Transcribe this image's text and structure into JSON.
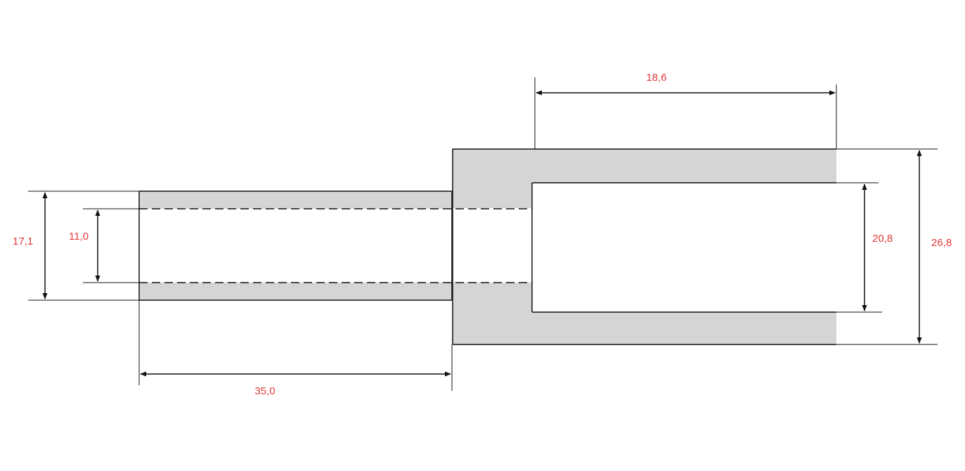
{
  "colors": {
    "fill": "#d6d4d5",
    "line": "#111111",
    "label": "#e23a3a",
    "background": "#ffffff"
  },
  "dimensions": {
    "small_outer_diameter": "17,1",
    "small_bore_diameter": "11,0",
    "small_length": "35,0",
    "socket_depth": "18,6",
    "socket_diameter": "20,8",
    "large_outer_diameter": "26,8"
  }
}
